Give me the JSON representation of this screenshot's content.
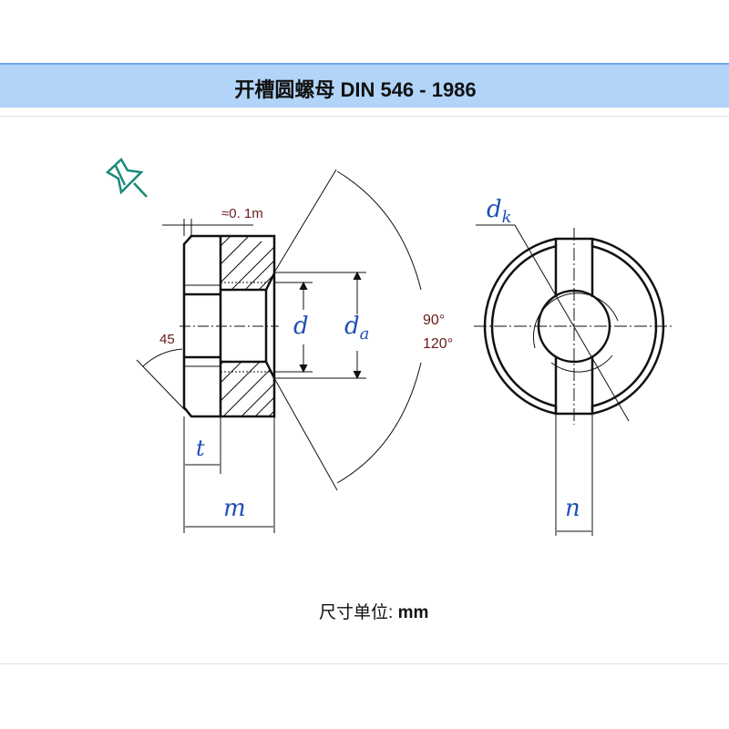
{
  "header": {
    "title": "开槽圆螺母 DIN 546 - 1986"
  },
  "drawing": {
    "labels": {
      "chamfer_width": "≈0. 1m",
      "angle_45": "45",
      "angle_90": "90°",
      "angle_120": "120°",
      "d": "d",
      "da_main": "d",
      "da_sub": "a",
      "dk_main": "d",
      "dk_sub": "k",
      "t": "t",
      "m": "m",
      "n": "n"
    },
    "icons": [
      "pushpin-icon"
    ],
    "colors": {
      "header_bg": "#b1d4f8",
      "label_blue": "#1f4fb4",
      "label_red": "#6b1a1a",
      "pin": "#1a8a7a"
    }
  },
  "footer": {
    "units_label": "尺寸单位:",
    "units_value": "mm"
  }
}
